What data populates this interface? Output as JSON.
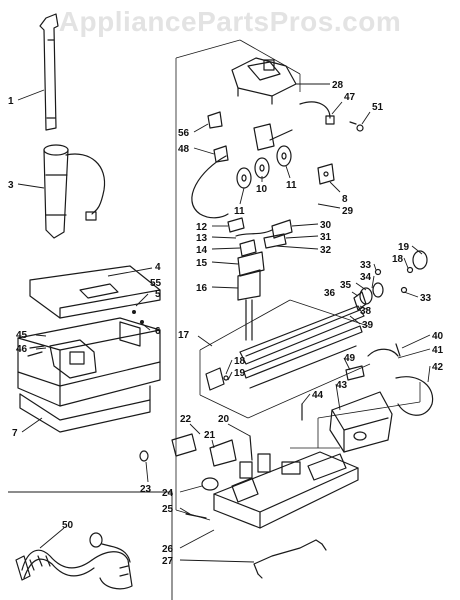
{
  "watermark": "AppliancePartsPros.com",
  "callouts": {
    "c1": "1",
    "c3": "3",
    "c4": "4",
    "c55": "55",
    "c5": "5",
    "c6": "6",
    "c45": "45",
    "c46": "46",
    "c7": "7",
    "c28": "28",
    "c47": "47",
    "c51": "51",
    "c56": "56",
    "c48": "48",
    "c10": "10",
    "c11a": "11",
    "c11b": "11",
    "c8": "8",
    "c29": "29",
    "c12": "12",
    "c13": "13",
    "c14": "14",
    "c15": "15",
    "c16": "16",
    "c30": "30",
    "c31": "31",
    "c32": "32",
    "c19a": "19",
    "c33a": "33",
    "c18a": "18",
    "c34": "34",
    "c35": "35",
    "c36": "36",
    "c38": "38",
    "c33b": "33",
    "c39": "39",
    "c17": "17",
    "c40": "40",
    "c41": "41",
    "c49": "49",
    "c42": "42",
    "c43": "43",
    "c18b": "18",
    "c19b": "19",
    "c44": "44",
    "c22": "22",
    "c20": "20",
    "c21": "21",
    "c23": "23",
    "c24": "24",
    "c25": "25",
    "c26": "26",
    "c27": "27",
    "c50": "50"
  }
}
